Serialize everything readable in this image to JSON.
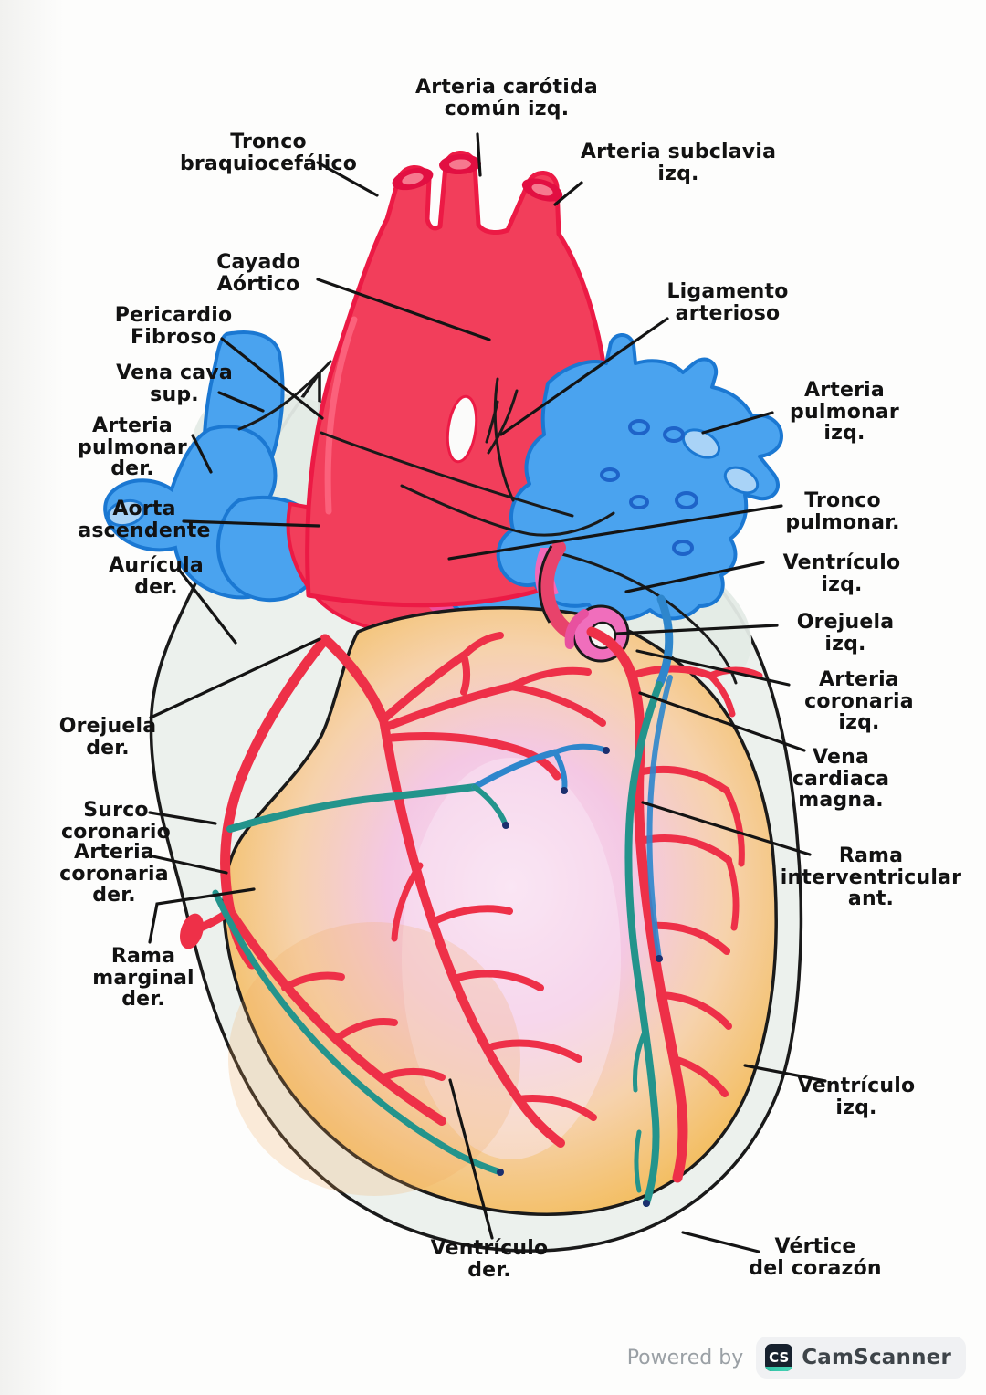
{
  "diagram": {
    "labels": [
      {
        "id": "arteria-carotida-comun-izq",
        "text": "Arteria carótida\ncomún izq."
      },
      {
        "id": "tronco-braquiocefalico",
        "text": "Tronco\nbraquiocefálico"
      },
      {
        "id": "arteria-subclavia-izq",
        "text": "Arteria subclavia\nizq."
      },
      {
        "id": "cayado-aortico",
        "text": "Cayado\nAórtico"
      },
      {
        "id": "pericardio-fibroso",
        "text": "Pericardio\nFibroso"
      },
      {
        "id": "vena-cava-sup",
        "text": "Vena cava\nsup."
      },
      {
        "id": "arteria-pulmonar-der",
        "text": "Arteria\npulmonar\nder."
      },
      {
        "id": "aorta-ascendente",
        "text": "Aorta\nascendente"
      },
      {
        "id": "auricula-der",
        "text": "Aurícula\nder."
      },
      {
        "id": "orejuela-der",
        "text": "Orejuela\nder."
      },
      {
        "id": "surco-coronario",
        "text": "Surco\ncoronario"
      },
      {
        "id": "arteria-coronaria-der",
        "text": "Arteria\ncoronaria\nder."
      },
      {
        "id": "rama-marginal-der",
        "text": "Rama\nmarginal\nder."
      },
      {
        "id": "ligamento-arterioso",
        "text": "Ligamento\narterioso"
      },
      {
        "id": "arteria-pulmonar-izq",
        "text": "Arteria\npulmonar izq."
      },
      {
        "id": "tronco-pulmonar",
        "text": "Tronco\npulmonar."
      },
      {
        "id": "ventriculo-izq-sup",
        "text": "Ventrículo izq."
      },
      {
        "id": "orejuela-izq",
        "text": "Orejuela izq."
      },
      {
        "id": "arteria-coronaria-izq",
        "text": "Arteria\ncoronaria izq."
      },
      {
        "id": "vena-cardiaca-magna",
        "text": "Vena\ncardiaca\nmagna."
      },
      {
        "id": "rama-interventricular-ant",
        "text": "Rama\ninterventricular\nant."
      },
      {
        "id": "ventriculo-izq-inf",
        "text": "Ventrículo\nizq."
      },
      {
        "id": "ventriculo-der",
        "text": "Ventrículo\nder."
      },
      {
        "id": "vertice-del-corazon",
        "text": "Vértice\ndel corazón"
      }
    ]
  },
  "footer": {
    "powered_by": "Powered by",
    "brand": "CamScanner",
    "logo_text": "CS"
  },
  "colors": {
    "artery_red": "#F23E5B",
    "artery_outline": "#EC1A45",
    "vessel_blue": "#4AA3EF",
    "vessel_blue_outline": "#1B78D2",
    "vein_teal": "#23948C",
    "vein_blue": "#2E86CC",
    "heart_yellow": "#F0B44F",
    "heart_pink": "#F4C8E4",
    "pulmonary_trunk_pink": "#EE4FA0",
    "pericardium_gray": "#E7EDE9",
    "ink": "#1A1A1A"
  }
}
